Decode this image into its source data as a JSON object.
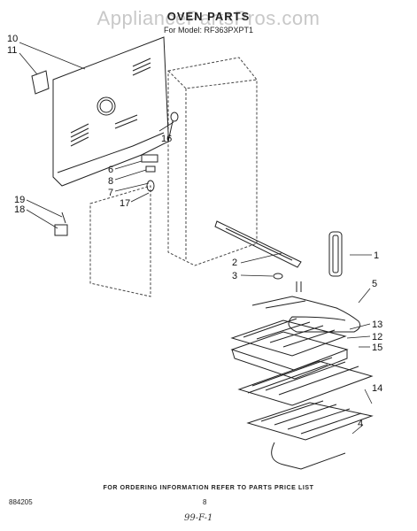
{
  "watermark": "AppliancePartsPros.com",
  "title": "OVEN PARTS",
  "subtitle": "For Model: RF363PXPT1",
  "footer": "FOR ORDERING INFORMATION REFER TO PARTS PRICE LIST",
  "doc_number": "884205",
  "page_number": "8",
  "handwritten_note": "99-F-1",
  "callouts": {
    "c10": "10",
    "c11": "11",
    "c16": "16",
    "c6": "6",
    "c8": "8",
    "c7": "7",
    "c17": "17",
    "c19": "19",
    "c18": "18",
    "c1": "1",
    "c2": "2",
    "c3": "3",
    "c5": "5",
    "c13": "13",
    "c12": "12",
    "c15": "15",
    "c14": "14",
    "c4": "4"
  }
}
